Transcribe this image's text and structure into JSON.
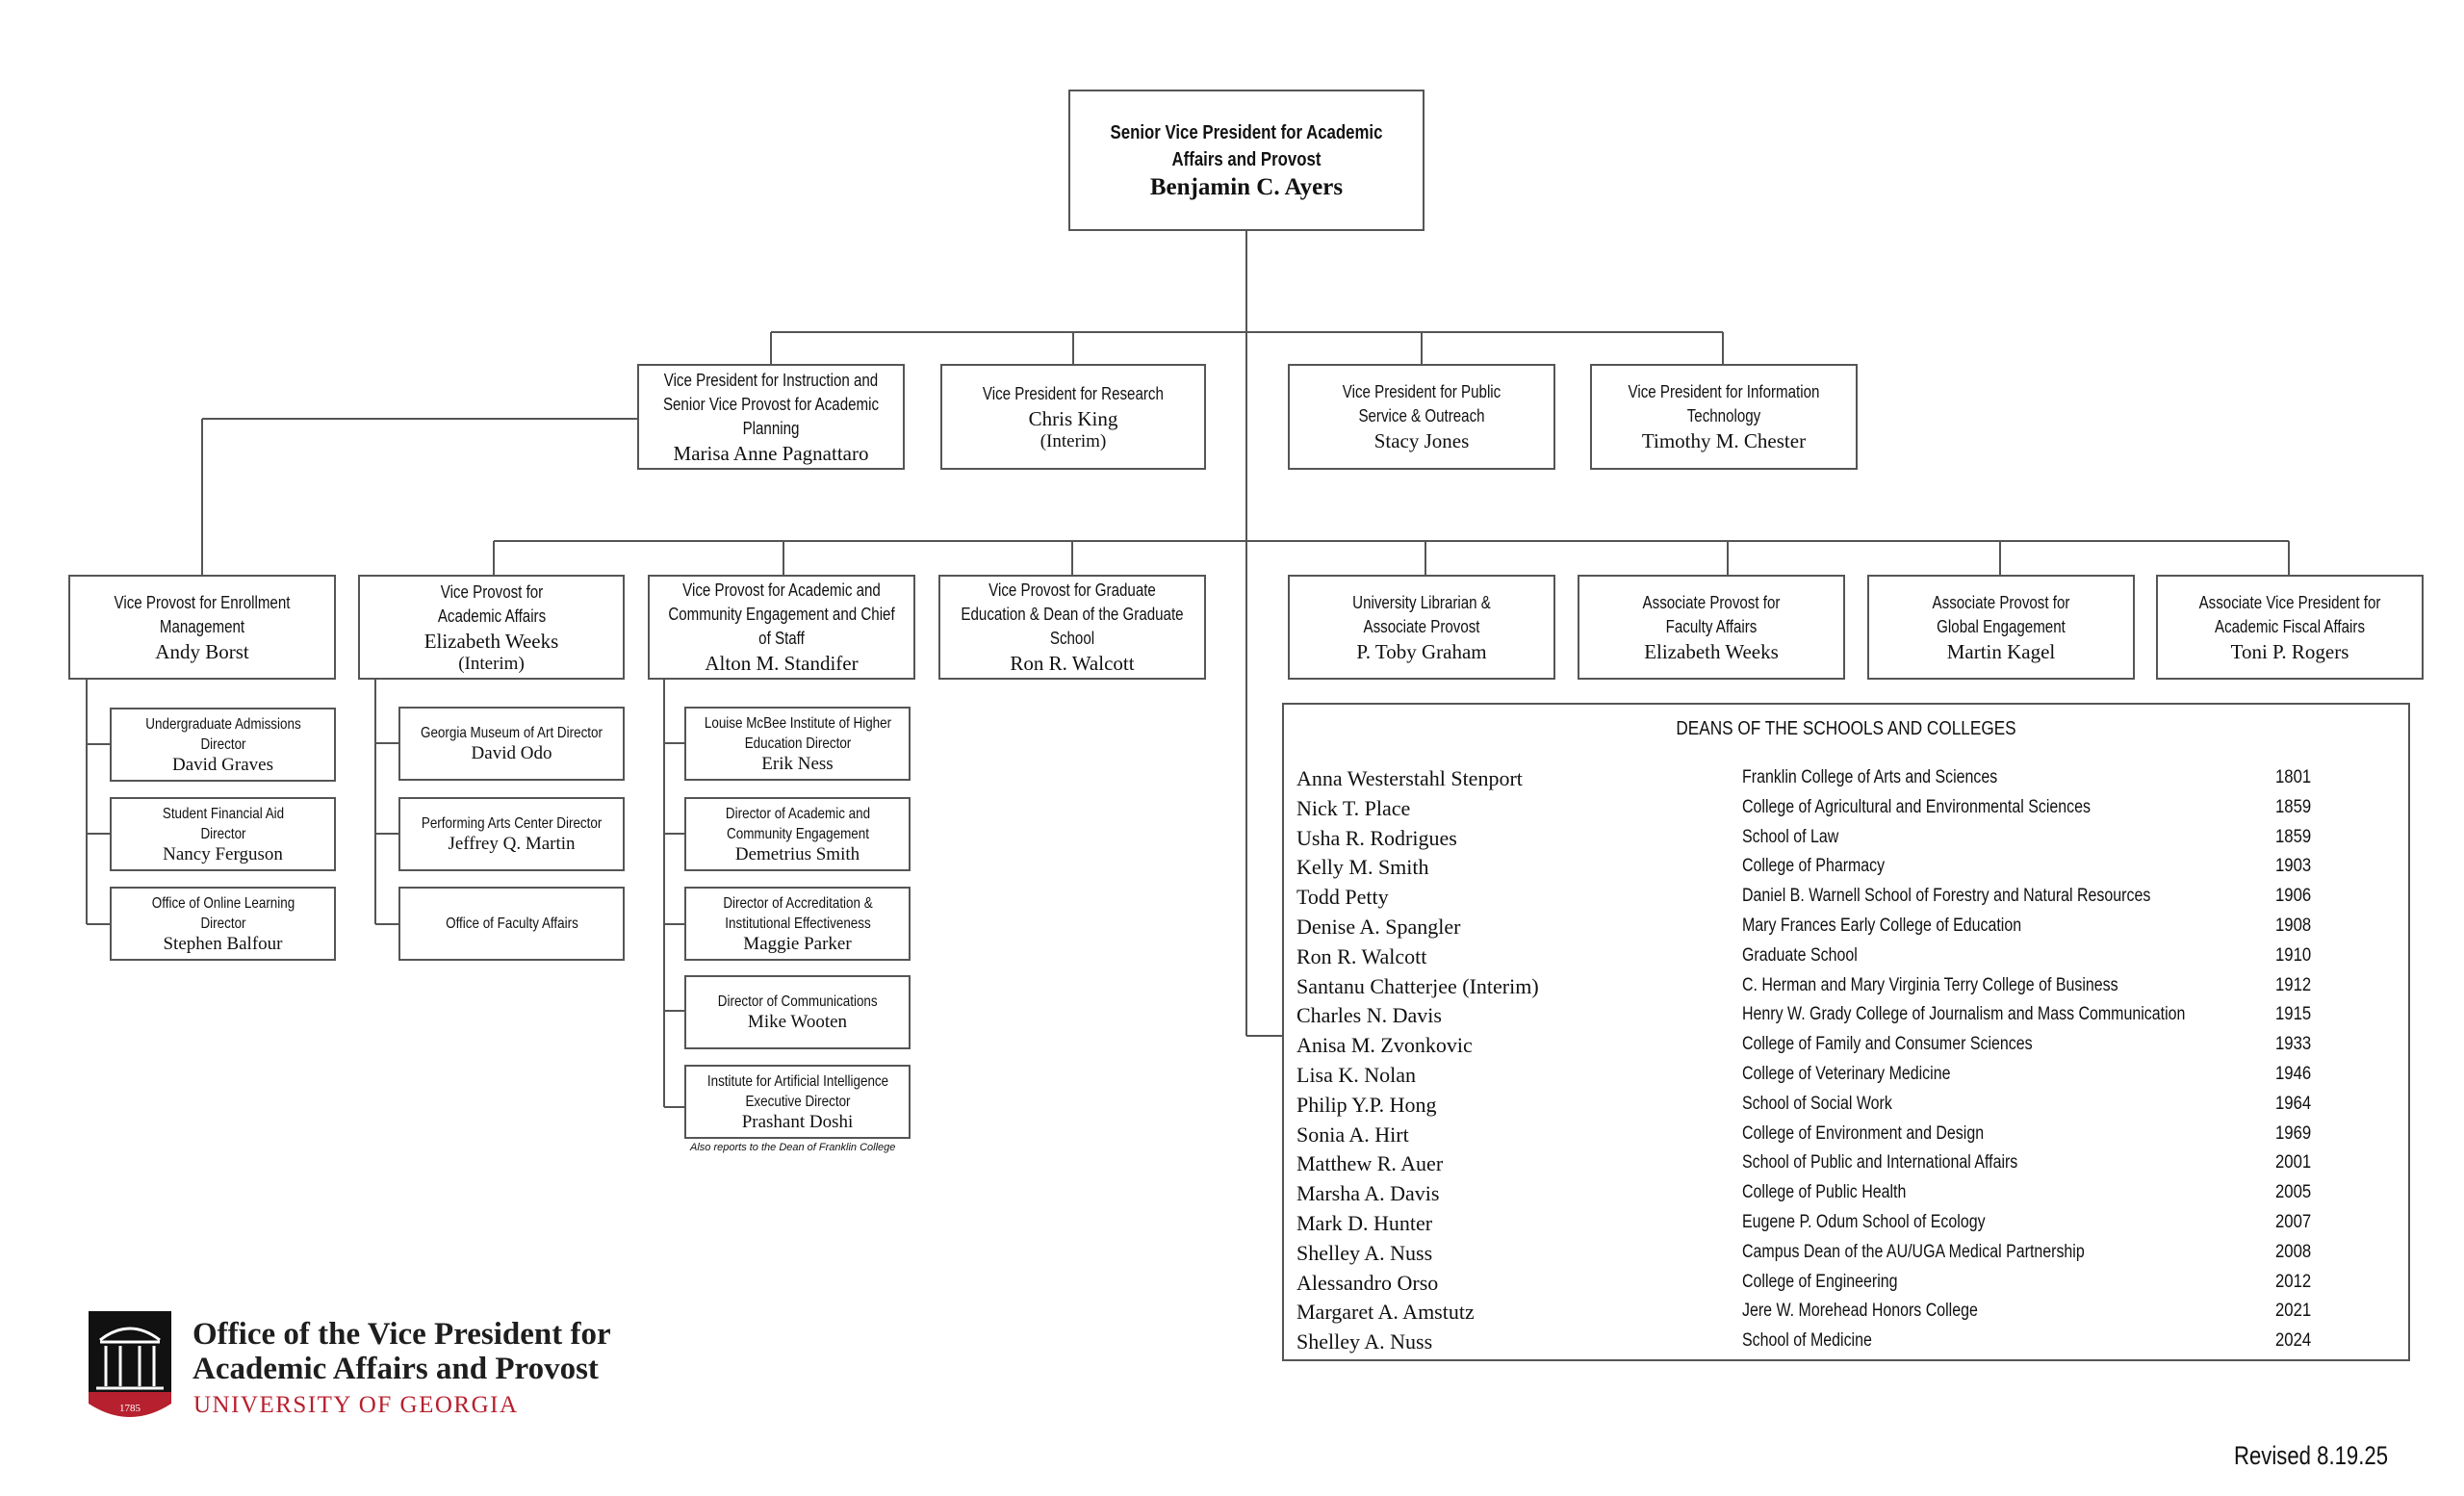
{
  "top": {
    "title": "Senior Vice President for Academic Affairs and Provost",
    "name": "Benjamin C. Ayers"
  },
  "vps": [
    {
      "title": "Vice President for Instruction and Senior Vice Provost for Academic Planning",
      "name": "Marisa Anne Pagnattaro"
    },
    {
      "title": "Vice President for Research",
      "name": "Chris King",
      "note": "(Interim)"
    },
    {
      "title": "Vice President for Public Service & Outreach",
      "name": "Stacy Jones"
    },
    {
      "title": "Vice President for Information Technology",
      "name": "Timothy M. Chester"
    }
  ],
  "provosts": [
    {
      "title": "Vice Provost for Enrollment Management",
      "name": "Andy Borst"
    },
    {
      "title": "Vice Provost for Academic Affairs",
      "name": "Elizabeth Weeks",
      "note": "(Interim)"
    },
    {
      "title": "Vice Provost for Academic and Community Engagement and Chief of Staff",
      "name": "Alton M. Standifer"
    },
    {
      "title": "Vice Provost for Graduate Education & Dean of the Graduate School",
      "name": "Ron R. Walcott"
    },
    {
      "title": "University Librarian & Associate Provost",
      "name": "P. Toby Graham"
    },
    {
      "title": "Associate Provost for Faculty Affairs",
      "name": "Elizabeth Weeks"
    },
    {
      "title": "Associate Provost for Global Engagement",
      "name": "Martin Kagel"
    },
    {
      "title": "Associate Vice President for Academic Fiscal Affairs",
      "name": "Toni P. Rogers"
    }
  ],
  "enrollment_units": [
    {
      "title": "Undergraduate Admissions Director",
      "name": "David Graves"
    },
    {
      "title": "Student Financial Aid Director",
      "name": "Nancy Ferguson"
    },
    {
      "title": "Office of Online Learning Director",
      "name": "Stephen Balfour"
    }
  ],
  "academic_units": [
    {
      "title": "Georgia Museum of Art Director",
      "name": "David Odo"
    },
    {
      "title": "Performing Arts Center Director",
      "name": "Jeffrey Q. Martin"
    },
    {
      "title": "Office of Faculty Affairs",
      "name": ""
    }
  ],
  "engagement_units": [
    {
      "title": "Louise McBee Institute of Higher Education Director",
      "name": "Erik Ness"
    },
    {
      "title": "Director of Academic and Community Engagement",
      "name": "Demetrius Smith"
    },
    {
      "title": "Director of Accreditation & Institutional Effectiveness",
      "name": "Maggie Parker"
    },
    {
      "title": "Director of Communications",
      "name": "Mike Wooten"
    },
    {
      "title": "Institute for Artificial Intelligence Executive Director",
      "name": "Prashant Doshi"
    }
  ],
  "ai_note": "Also reports to the Dean of Franklin College",
  "deans": {
    "title": "DEANS OF THE SCHOOLS AND COLLEGES",
    "rows": [
      {
        "name": "Anna Westerstahl Stenport",
        "college": "Franklin College of Arts and Sciences",
        "year": "1801"
      },
      {
        "name": "Nick T. Place",
        "college": "College of Agricultural and Environmental Sciences",
        "year": "1859"
      },
      {
        "name": "Usha R. Rodrigues",
        "college": "School of Law",
        "year": "1859"
      },
      {
        "name": "Kelly M. Smith",
        "college": "College of Pharmacy",
        "year": "1903"
      },
      {
        "name": "Todd Petty",
        "college": "Daniel B. Warnell School of Forestry and Natural Resources",
        "year": "1906"
      },
      {
        "name": "Denise A. Spangler",
        "college": "Mary Frances Early College of Education",
        "year": "1908"
      },
      {
        "name": "Ron R. Walcott",
        "college": "Graduate School",
        "year": "1910"
      },
      {
        "name": "Santanu Chatterjee (Interim)",
        "college": "C. Herman and Mary Virginia Terry College of Business",
        "year": "1912"
      },
      {
        "name": "Charles N. Davis",
        "college": "Henry W. Grady College of Journalism and Mass Communication",
        "year": "1915"
      },
      {
        "name": "Anisa M. Zvonkovic",
        "college": "College of Family and Consumer Sciences",
        "year": "1933"
      },
      {
        "name": "Lisa K. Nolan",
        "college": "College of Veterinary Medicine",
        "year": "1946"
      },
      {
        "name": "Philip Y.P. Hong",
        "college": "School of Social Work",
        "year": "1964"
      },
      {
        "name": "Sonia A. Hirt",
        "college": "College of Environment and Design",
        "year": "1969"
      },
      {
        "name": "Matthew R. Auer",
        "college": "School of Public and International Affairs",
        "year": "2001"
      },
      {
        "name": "Marsha A. Davis",
        "college": "College of Public Health",
        "year": "2005"
      },
      {
        "name": "Mark D. Hunter",
        "college": "Eugene P. Odum School of Ecology",
        "year": "2007"
      },
      {
        "name": "Shelley A. Nuss",
        "college": "Campus Dean of the AU/UGA Medical Partnership",
        "year": "2008"
      },
      {
        "name": "Alessandro Orso",
        "college": "College of Engineering",
        "year": "2012"
      },
      {
        "name": "Margaret A. Amstutz",
        "college": "Jere W. Morehead Honors College",
        "year": "2021"
      },
      {
        "name": "Shelley A. Nuss",
        "college": "School of Medicine",
        "year": "2024"
      }
    ]
  },
  "logo": {
    "line1": "Office of the Vice President for",
    "line2": "Academic Affairs and Provost",
    "line3": "UNIVERSITY OF GEORGIA",
    "year": "1785",
    "brand_color": "#b7202e"
  },
  "revised": "Revised 8.19.25"
}
